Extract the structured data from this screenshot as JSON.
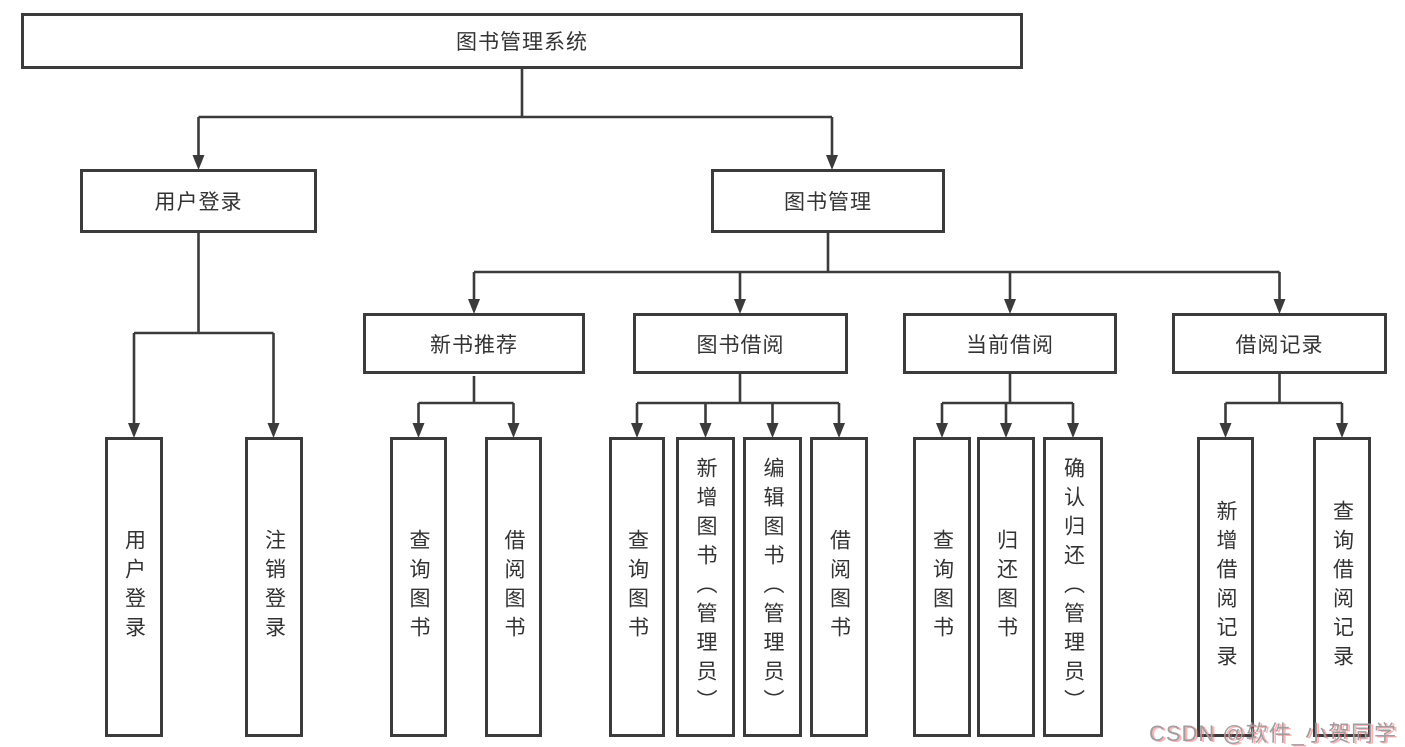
{
  "tree": {
    "label": "图书管理系统",
    "children": [
      {
        "label": "用户登录",
        "children": [
          {
            "label": "用户登录"
          },
          {
            "label": "注销登录"
          }
        ]
      },
      {
        "label": "图书管理",
        "children": [
          {
            "label": "新书推荐",
            "children": [
              {
                "label": "查询图书"
              },
              {
                "label": "借阅图书"
              }
            ]
          },
          {
            "label": "图书借阅",
            "children": [
              {
                "label": "查询图书"
              },
              {
                "label": "新增图书（管理员）"
              },
              {
                "label": "编辑图书（管理员）"
              },
              {
                "label": "借阅图书"
              }
            ]
          },
          {
            "label": "当前借阅",
            "children": [
              {
                "label": "查询图书"
              },
              {
                "label": "归还图书"
              },
              {
                "label": "确认归还（管理员）"
              }
            ]
          },
          {
            "label": "借阅记录",
            "children": [
              {
                "label": "新增借阅记录"
              },
              {
                "label": "查询借阅记录"
              }
            ]
          }
        ]
      }
    ]
  },
  "watermark": {
    "text": "CSDN @软件_小贺同学"
  },
  "colors": {
    "line": "#3b3b3b",
    "text": "#333333",
    "background": "#ffffff",
    "watermark": "#9e9ea3",
    "watermark_accent": "#fc5555"
  }
}
